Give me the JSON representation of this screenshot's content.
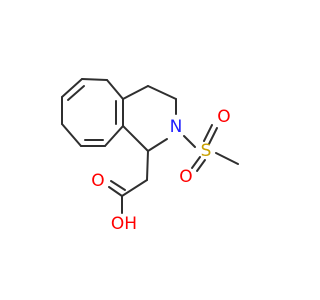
{
  "molecule": {
    "atoms": {
      "nitrogen": {
        "symbol": "N",
        "color": "#2020ff"
      },
      "sulfur": {
        "symbol": "S",
        "color": "#c8a000"
      },
      "sulfonyl_oxygen_top": {
        "symbol": "O",
        "color": "#ff0000"
      },
      "sulfonyl_oxygen_bottom": {
        "symbol": "O",
        "color": "#ff0000"
      },
      "carbonyl_oxygen": {
        "symbol": "O",
        "color": "#ff0000"
      },
      "hydroxyl": {
        "symbol": "OH",
        "color": "#ff0000"
      }
    },
    "bond_color": "#2f2f2f",
    "background": "#ffffff"
  }
}
